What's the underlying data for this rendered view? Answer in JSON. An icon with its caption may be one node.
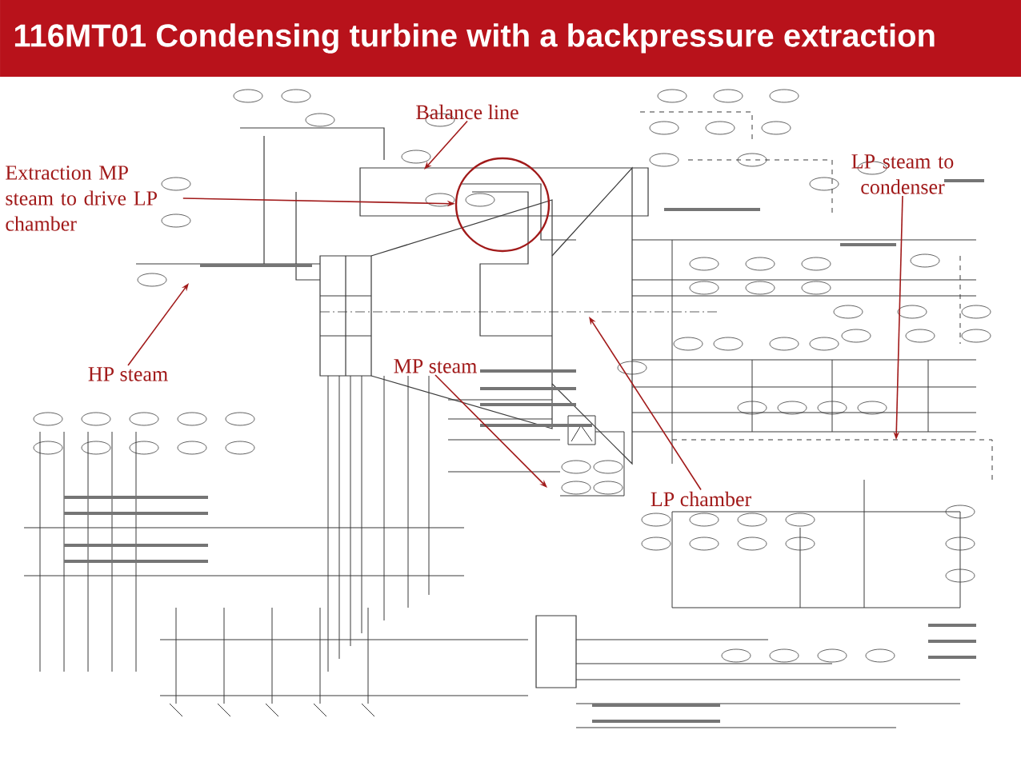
{
  "diagram": {
    "title": "116MT01 Condensing turbine with a backpressure extraction",
    "nodes": [
      {
        "text": [
          "Balance line"
        ]
      },
      {
        "text": [
          "Extraction MP steam to drive LP chamber"
        ]
      },
      {
        "text": [
          "LP steam to condenser"
        ]
      },
      {
        "text": [
          "HP steam"
        ]
      },
      {
        "text": [
          "MP steam"
        ]
      },
      {
        "text": [
          "LP chamber"
        ]
      },
      {
        "text": [],
        "shape": "circle"
      }
    ],
    "edges": [
      {
        "from": 0,
        "to": null,
        "arrow": "to"
      },
      {
        "from": 1,
        "to": 6,
        "arrow": "to"
      },
      {
        "from": 2,
        "to": null,
        "arrow": "to"
      },
      {
        "from": 3,
        "to": null,
        "arrow": "to"
      },
      {
        "from": 4,
        "to": null,
        "arrow": "to"
      },
      {
        "from": 5,
        "to": null,
        "arrow": "to"
      }
    ]
  }
}
